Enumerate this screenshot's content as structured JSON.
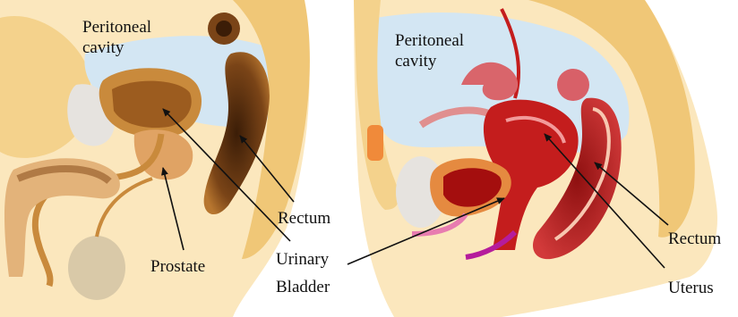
{
  "left_panel": {
    "peritoneal_cavity": [
      "Peritoneal",
      "cavity"
    ],
    "rectum": "Rectum",
    "prostate": "Prostate"
  },
  "shared": {
    "urinary_bladder": [
      "Urinary",
      "Bladder"
    ]
  },
  "right_panel": {
    "peritoneal_cavity": [
      "Peritoneal",
      "cavity"
    ],
    "rectum": "Rectum",
    "uterus": "Uterus"
  },
  "colors": {
    "skin": "#f7dfa9",
    "tissue": "#f4d28c",
    "bone": "#e9c26c",
    "cavity": "#cfe3f1",
    "bladder_male": "#c98a3c",
    "rectum_male": "#7a4417",
    "uterus": "#c41d1d",
    "rectum_female": "#b51c1c",
    "pointer": "#111111"
  }
}
